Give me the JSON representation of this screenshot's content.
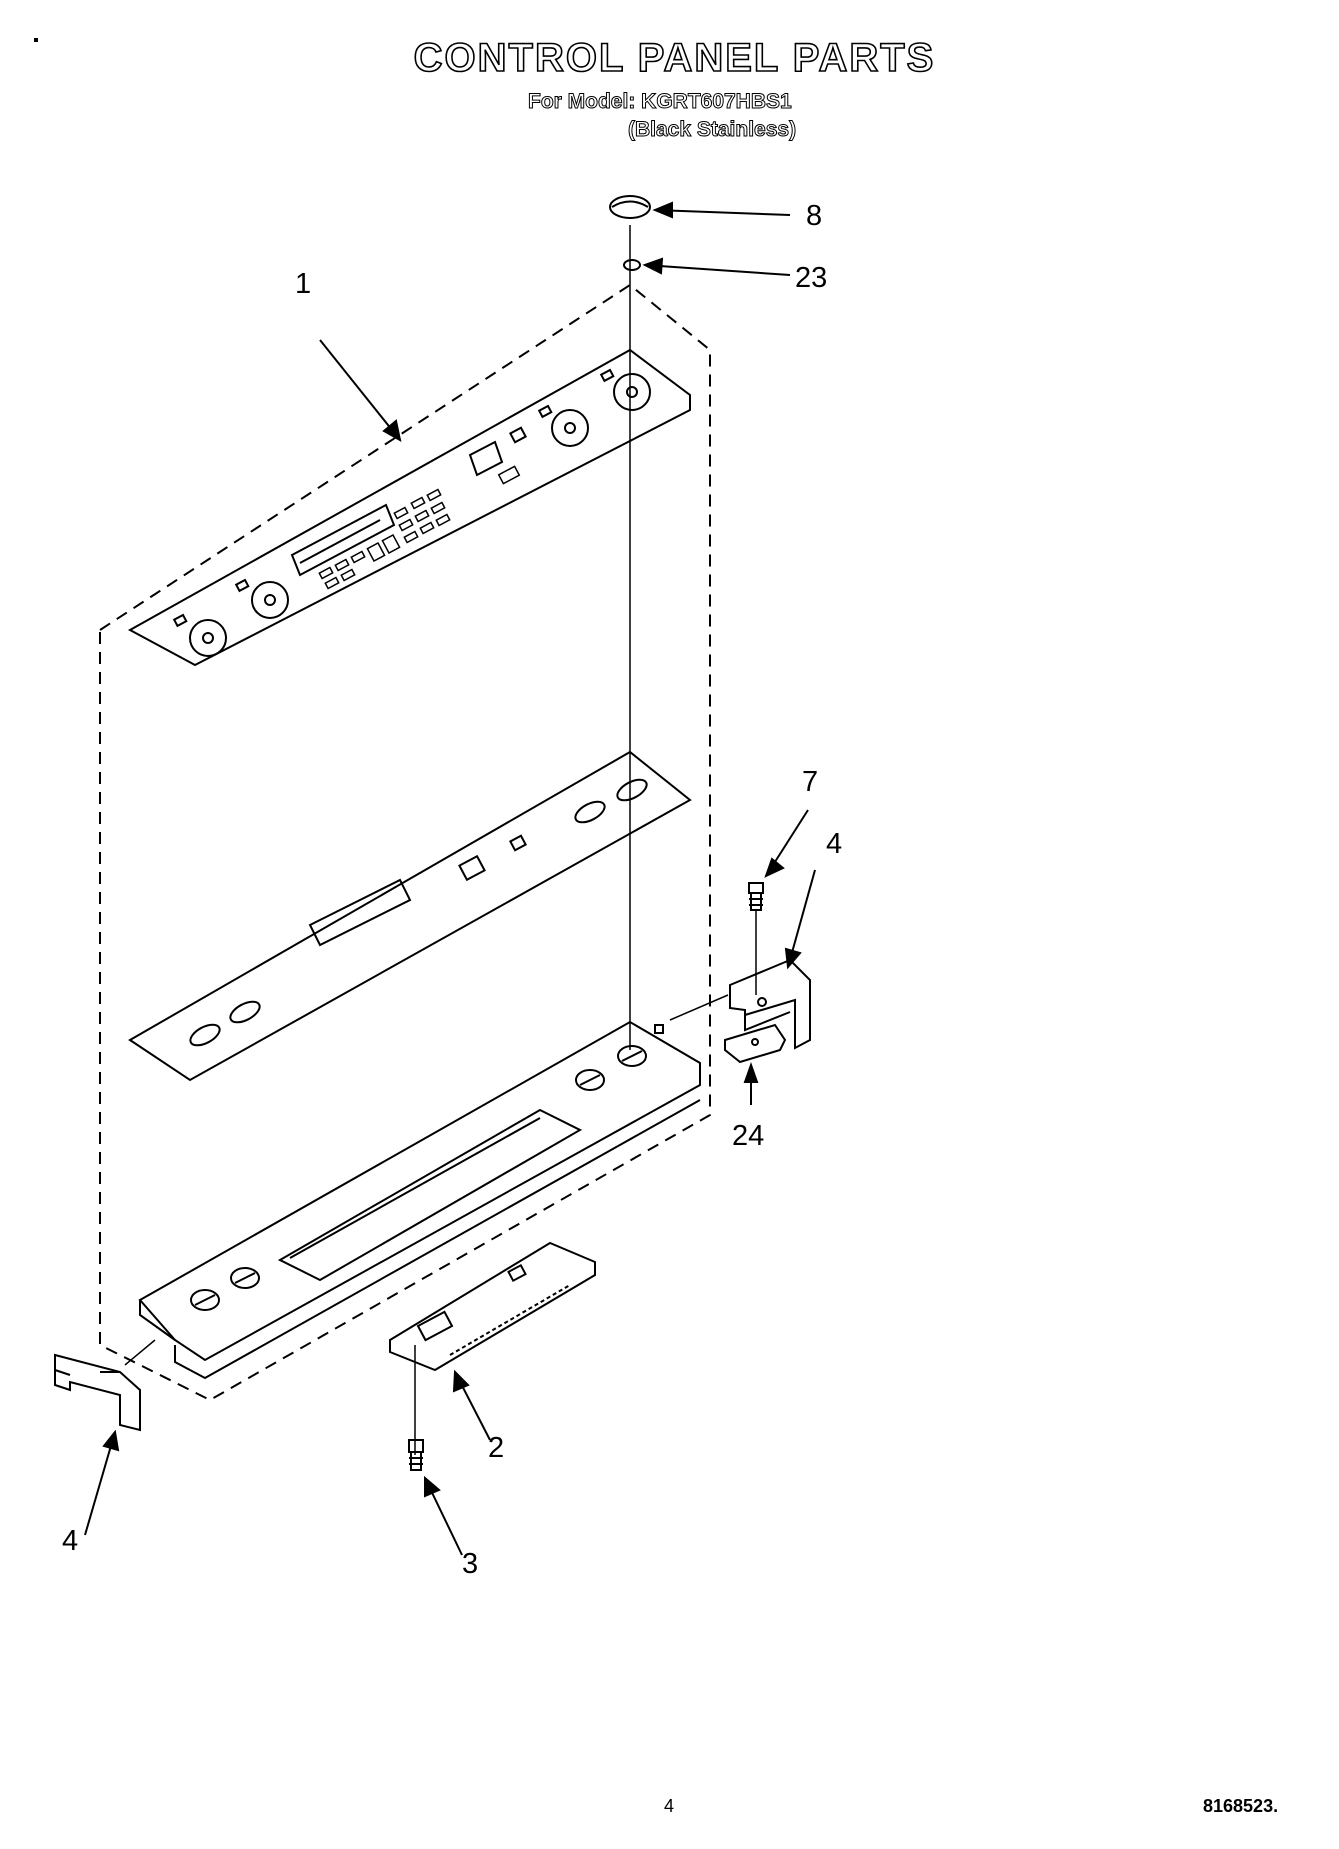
{
  "header": {
    "title": "CONTROL PANEL PARTS",
    "model_line": "For Model: KGRT607HBS1",
    "variant_line": "(Black Stainless)"
  },
  "callouts": {
    "c8": "8",
    "c23": "23",
    "c1": "1",
    "c7": "7",
    "c4_right": "4",
    "c24": "24",
    "c2": "2",
    "c3": "3",
    "c4_left": "4"
  },
  "footer": {
    "page_number": "4",
    "document_number": "8168523."
  }
}
